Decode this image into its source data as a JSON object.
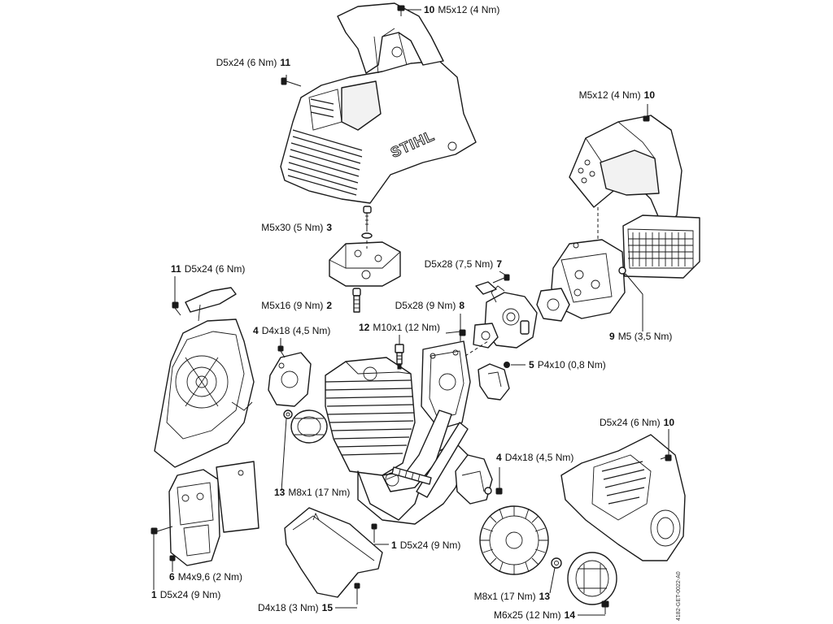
{
  "brand": "STIHL",
  "document_ref": "4182-GET-0022-A0",
  "callouts": [
    {
      "id": "c10-top",
      "number": "10",
      "text": "M5x12 (4 Nm)"
    },
    {
      "id": "c11-housing",
      "number": "11",
      "text": "D5x24 (6 Nm)"
    },
    {
      "id": "c10-right",
      "number": "10",
      "text": "M5x12 (4 Nm)"
    },
    {
      "id": "c3",
      "number": "3",
      "text": "M5x30 (5 Nm)"
    },
    {
      "id": "c7",
      "number": "7",
      "text": "D5x28 (7,5 Nm)"
    },
    {
      "id": "c11-starter",
      "number": "11",
      "text": "D5x24 (6 Nm)"
    },
    {
      "id": "c2",
      "number": "2",
      "text": "M5x16 (9 Nm)"
    },
    {
      "id": "c8",
      "number": "8",
      "text": "D5x28 (9 Nm)"
    },
    {
      "id": "c4-upper",
      "number": "4",
      "text": "D4x18 (4,5 Nm)"
    },
    {
      "id": "c12",
      "number": "12",
      "text": "M10x1 (12 Nm)"
    },
    {
      "id": "c9",
      "number": "9",
      "text": "M5 (3,5 Nm)"
    },
    {
      "id": "c5",
      "number": "5",
      "text": "P4x10 (0,8 Nm)"
    },
    {
      "id": "c10-fan",
      "number": "10",
      "text": "D5x24 (6 Nm)"
    },
    {
      "id": "c4-lower",
      "number": "4",
      "text": "D4x18 (4,5 Nm)"
    },
    {
      "id": "c13-left",
      "number": "13",
      "text": "M8x1 (17 Nm)"
    },
    {
      "id": "c1-center",
      "number": "1",
      "text": "D5x24 (9 Nm)"
    },
    {
      "id": "c6",
      "number": "6",
      "text": "M4x9,6 (2 Nm)"
    },
    {
      "id": "c1-left",
      "number": "1",
      "text": "D5x24 (9 Nm)"
    },
    {
      "id": "c13-right",
      "number": "13",
      "text": "M8x1 (17 Nm)"
    },
    {
      "id": "c15",
      "number": "15",
      "text": "D4x18 (3 Nm)"
    },
    {
      "id": "c14",
      "number": "14",
      "text": "M6x25 (12 Nm)"
    }
  ]
}
